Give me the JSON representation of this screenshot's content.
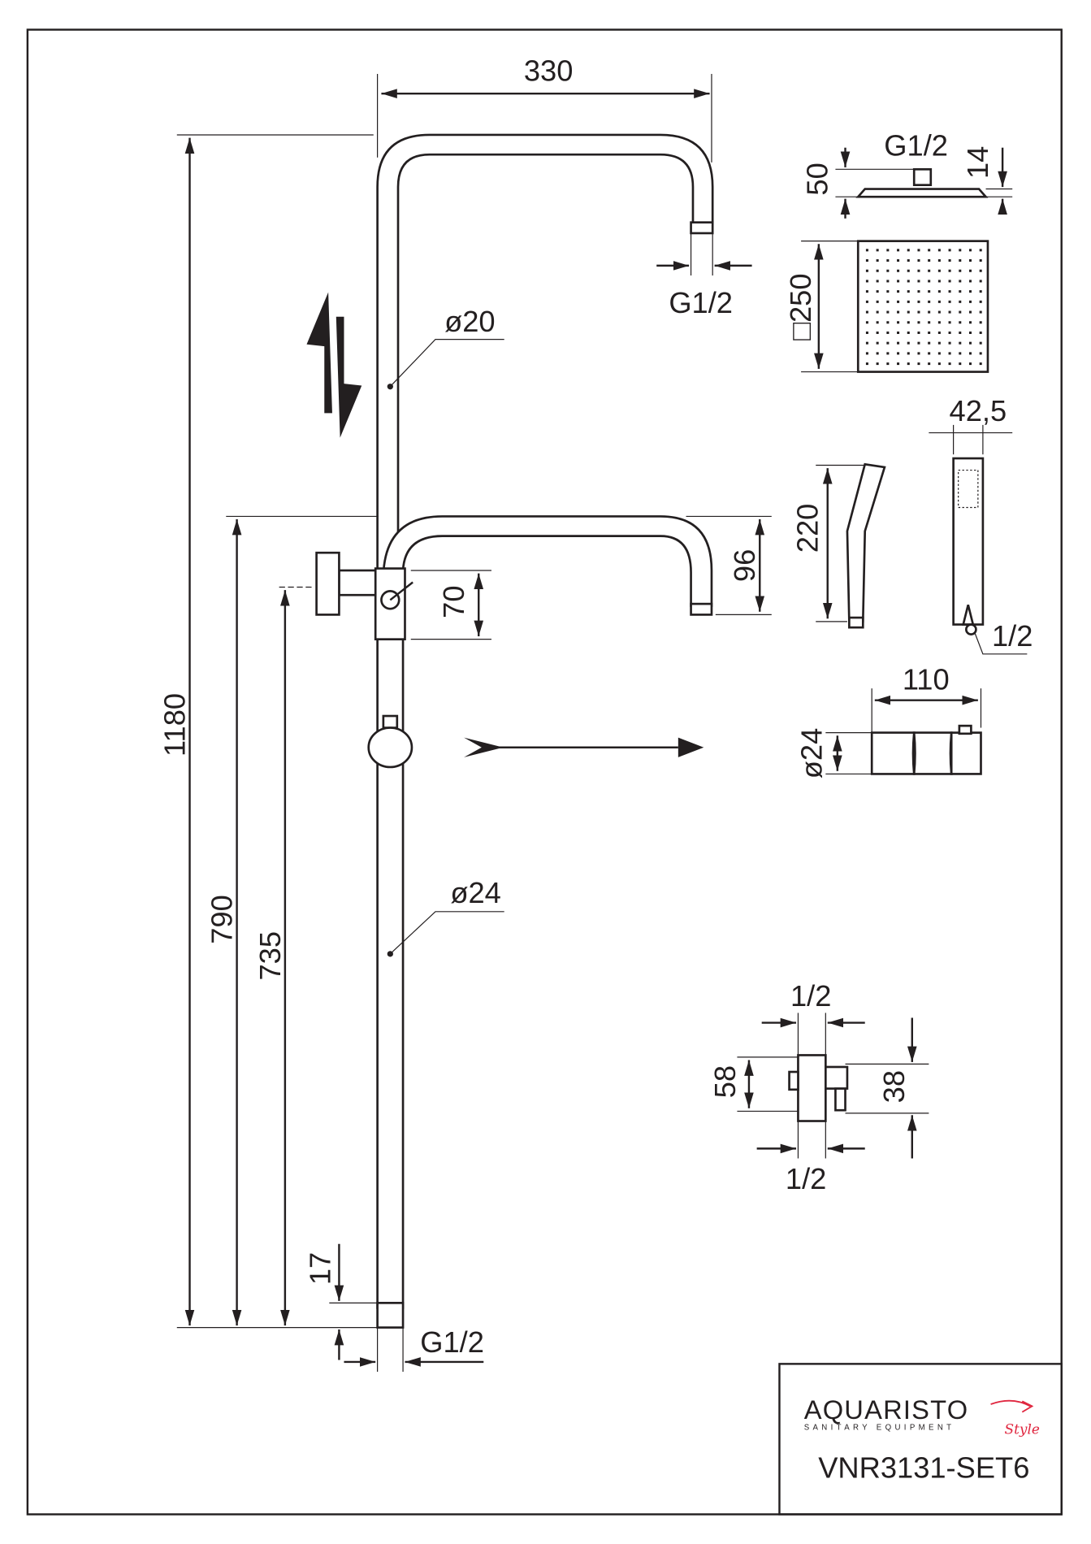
{
  "drawing": {
    "dimensions": {
      "arm_width": "330",
      "total_height": "1180",
      "height_790": "790",
      "height_735": "735",
      "bottom_17": "17",
      "bottom_thread": "G1/2",
      "upper_pipe_diameter": "ø20",
      "lower_pipe_diameter": "ø24",
      "diverter_70": "70",
      "arm_drop_96": "96",
      "top_outlet_thread": "G1/2"
    },
    "components": {
      "head_thread": "G1/2",
      "head_height": "50",
      "head_thickness": "14",
      "head_size": "□250",
      "hand_shower_length": "220",
      "hand_shower_width": "42,5",
      "hand_shower_thread": "1/2",
      "slider_length": "110",
      "slider_diameter": "ø24",
      "outlet_top_thread": "1/2",
      "outlet_height": "58",
      "outlet_38": "38",
      "outlet_bottom_thread": "1/2"
    }
  },
  "title_block": {
    "logo_brand": "AQUARISTO",
    "logo_tagline": "SANITARY EQUIPMENT",
    "logo_script": "Style",
    "model": "VNR3131-SET6"
  },
  "colors": {
    "line": "#231f20",
    "logo_red": "#e0263f"
  }
}
